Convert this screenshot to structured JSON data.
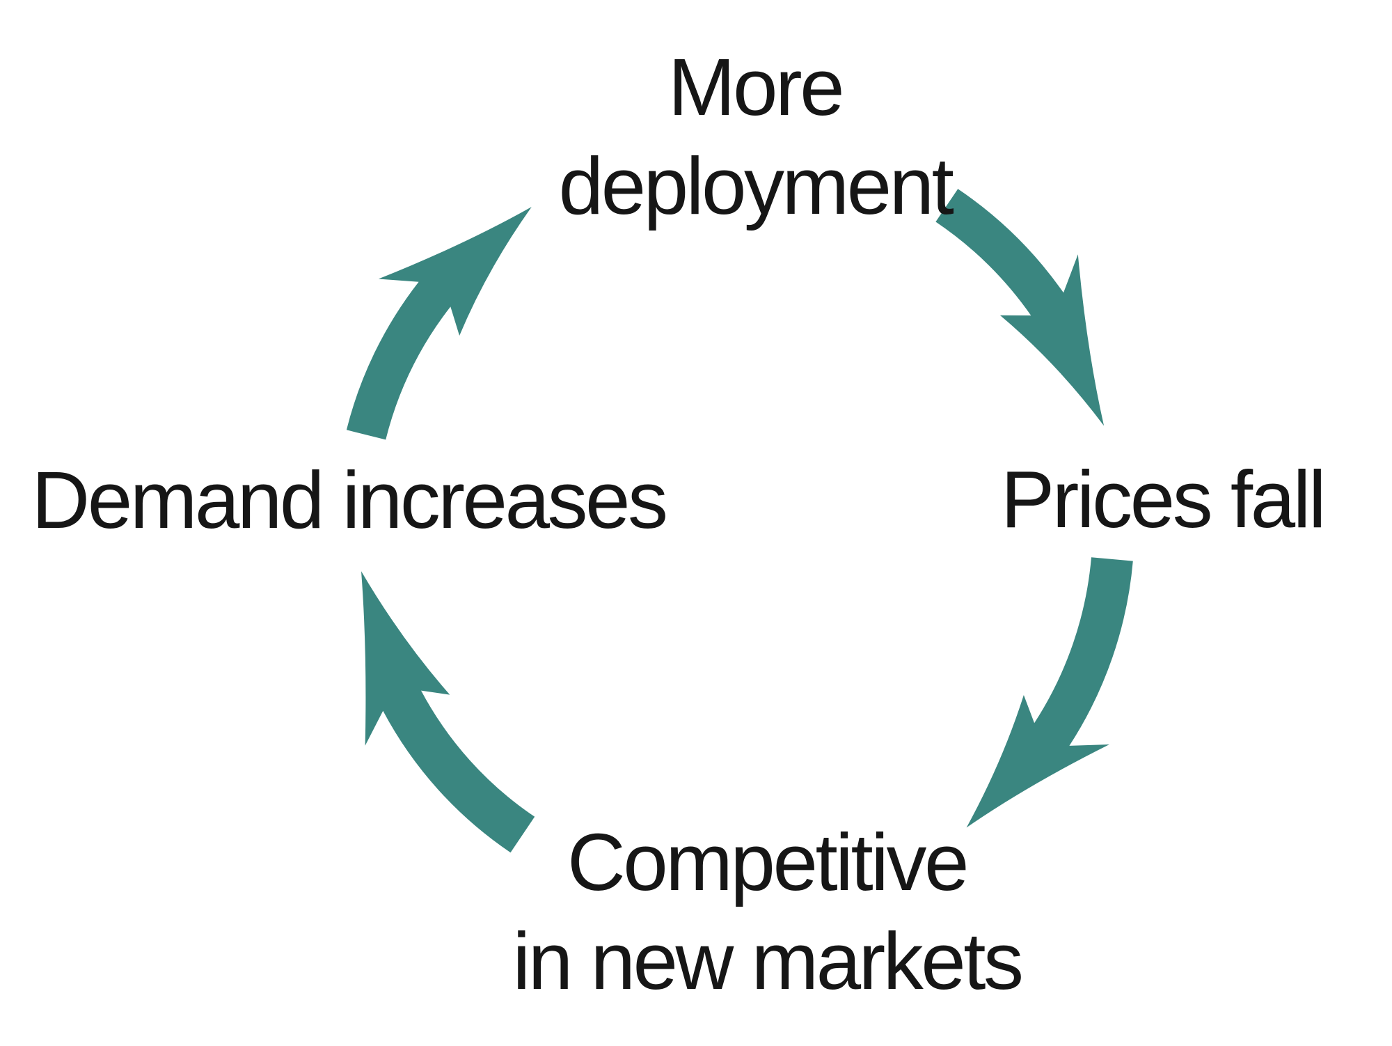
{
  "diagram": {
    "type": "cycle",
    "direction": "clockwise",
    "accent_color": "#3A8680",
    "text_color": "#161616",
    "background_color": "#FFFFFF",
    "nodes": [
      {
        "id": "more-deployment",
        "position": "top",
        "label": "More deployment",
        "lines": [
          "More",
          "deployment"
        ]
      },
      {
        "id": "prices-fall",
        "position": "right",
        "label": "Prices fall",
        "lines": [
          "Prices fall"
        ]
      },
      {
        "id": "competitive-in-new-markets",
        "position": "bottom",
        "label": "Competitive in new markets",
        "lines": [
          "Competitive",
          "in new markets"
        ]
      },
      {
        "id": "demand-increases",
        "position": "left",
        "label": "Demand increases",
        "lines": [
          "Demand increases"
        ]
      }
    ],
    "arrows": [
      {
        "from": "more-deployment",
        "to": "prices-fall"
      },
      {
        "from": "prices-fall",
        "to": "competitive-in-new-markets"
      },
      {
        "from": "competitive-in-new-markets",
        "to": "demand-increases"
      },
      {
        "from": "demand-increases",
        "to": "more-deployment"
      }
    ]
  }
}
